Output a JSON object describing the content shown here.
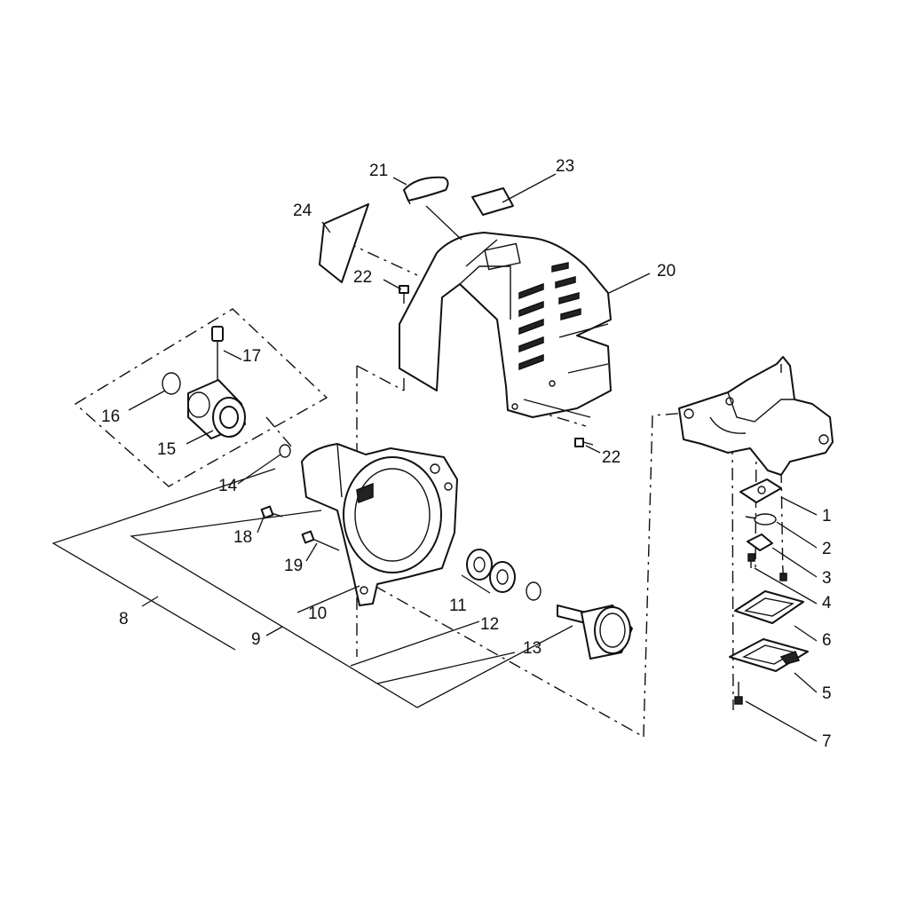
{
  "callouts": [
    {
      "id": "c1",
      "text": "1"
    },
    {
      "id": "c2",
      "text": "2"
    },
    {
      "id": "c3",
      "text": "3"
    },
    {
      "id": "c4",
      "text": "4"
    },
    {
      "id": "c5",
      "text": "5"
    },
    {
      "id": "c6",
      "text": "6"
    },
    {
      "id": "c7",
      "text": "7"
    },
    {
      "id": "c8",
      "text": "8"
    },
    {
      "id": "c9",
      "text": "9"
    },
    {
      "id": "c10",
      "text": "10"
    },
    {
      "id": "c11",
      "text": "11"
    },
    {
      "id": "c12",
      "text": "12"
    },
    {
      "id": "c13",
      "text": "13"
    },
    {
      "id": "c14",
      "text": "14"
    },
    {
      "id": "c15",
      "text": "15"
    },
    {
      "id": "c16",
      "text": "16"
    },
    {
      "id": "c17",
      "text": "17"
    },
    {
      "id": "c18",
      "text": "18"
    },
    {
      "id": "c19",
      "text": "19"
    },
    {
      "id": "c20",
      "text": "20"
    },
    {
      "id": "c21",
      "text": "21"
    },
    {
      "id": "c22a",
      "text": "22"
    },
    {
      "id": "c22b",
      "text": "22"
    },
    {
      "id": "c23",
      "text": "23"
    },
    {
      "id": "c24",
      "text": "24"
    }
  ]
}
